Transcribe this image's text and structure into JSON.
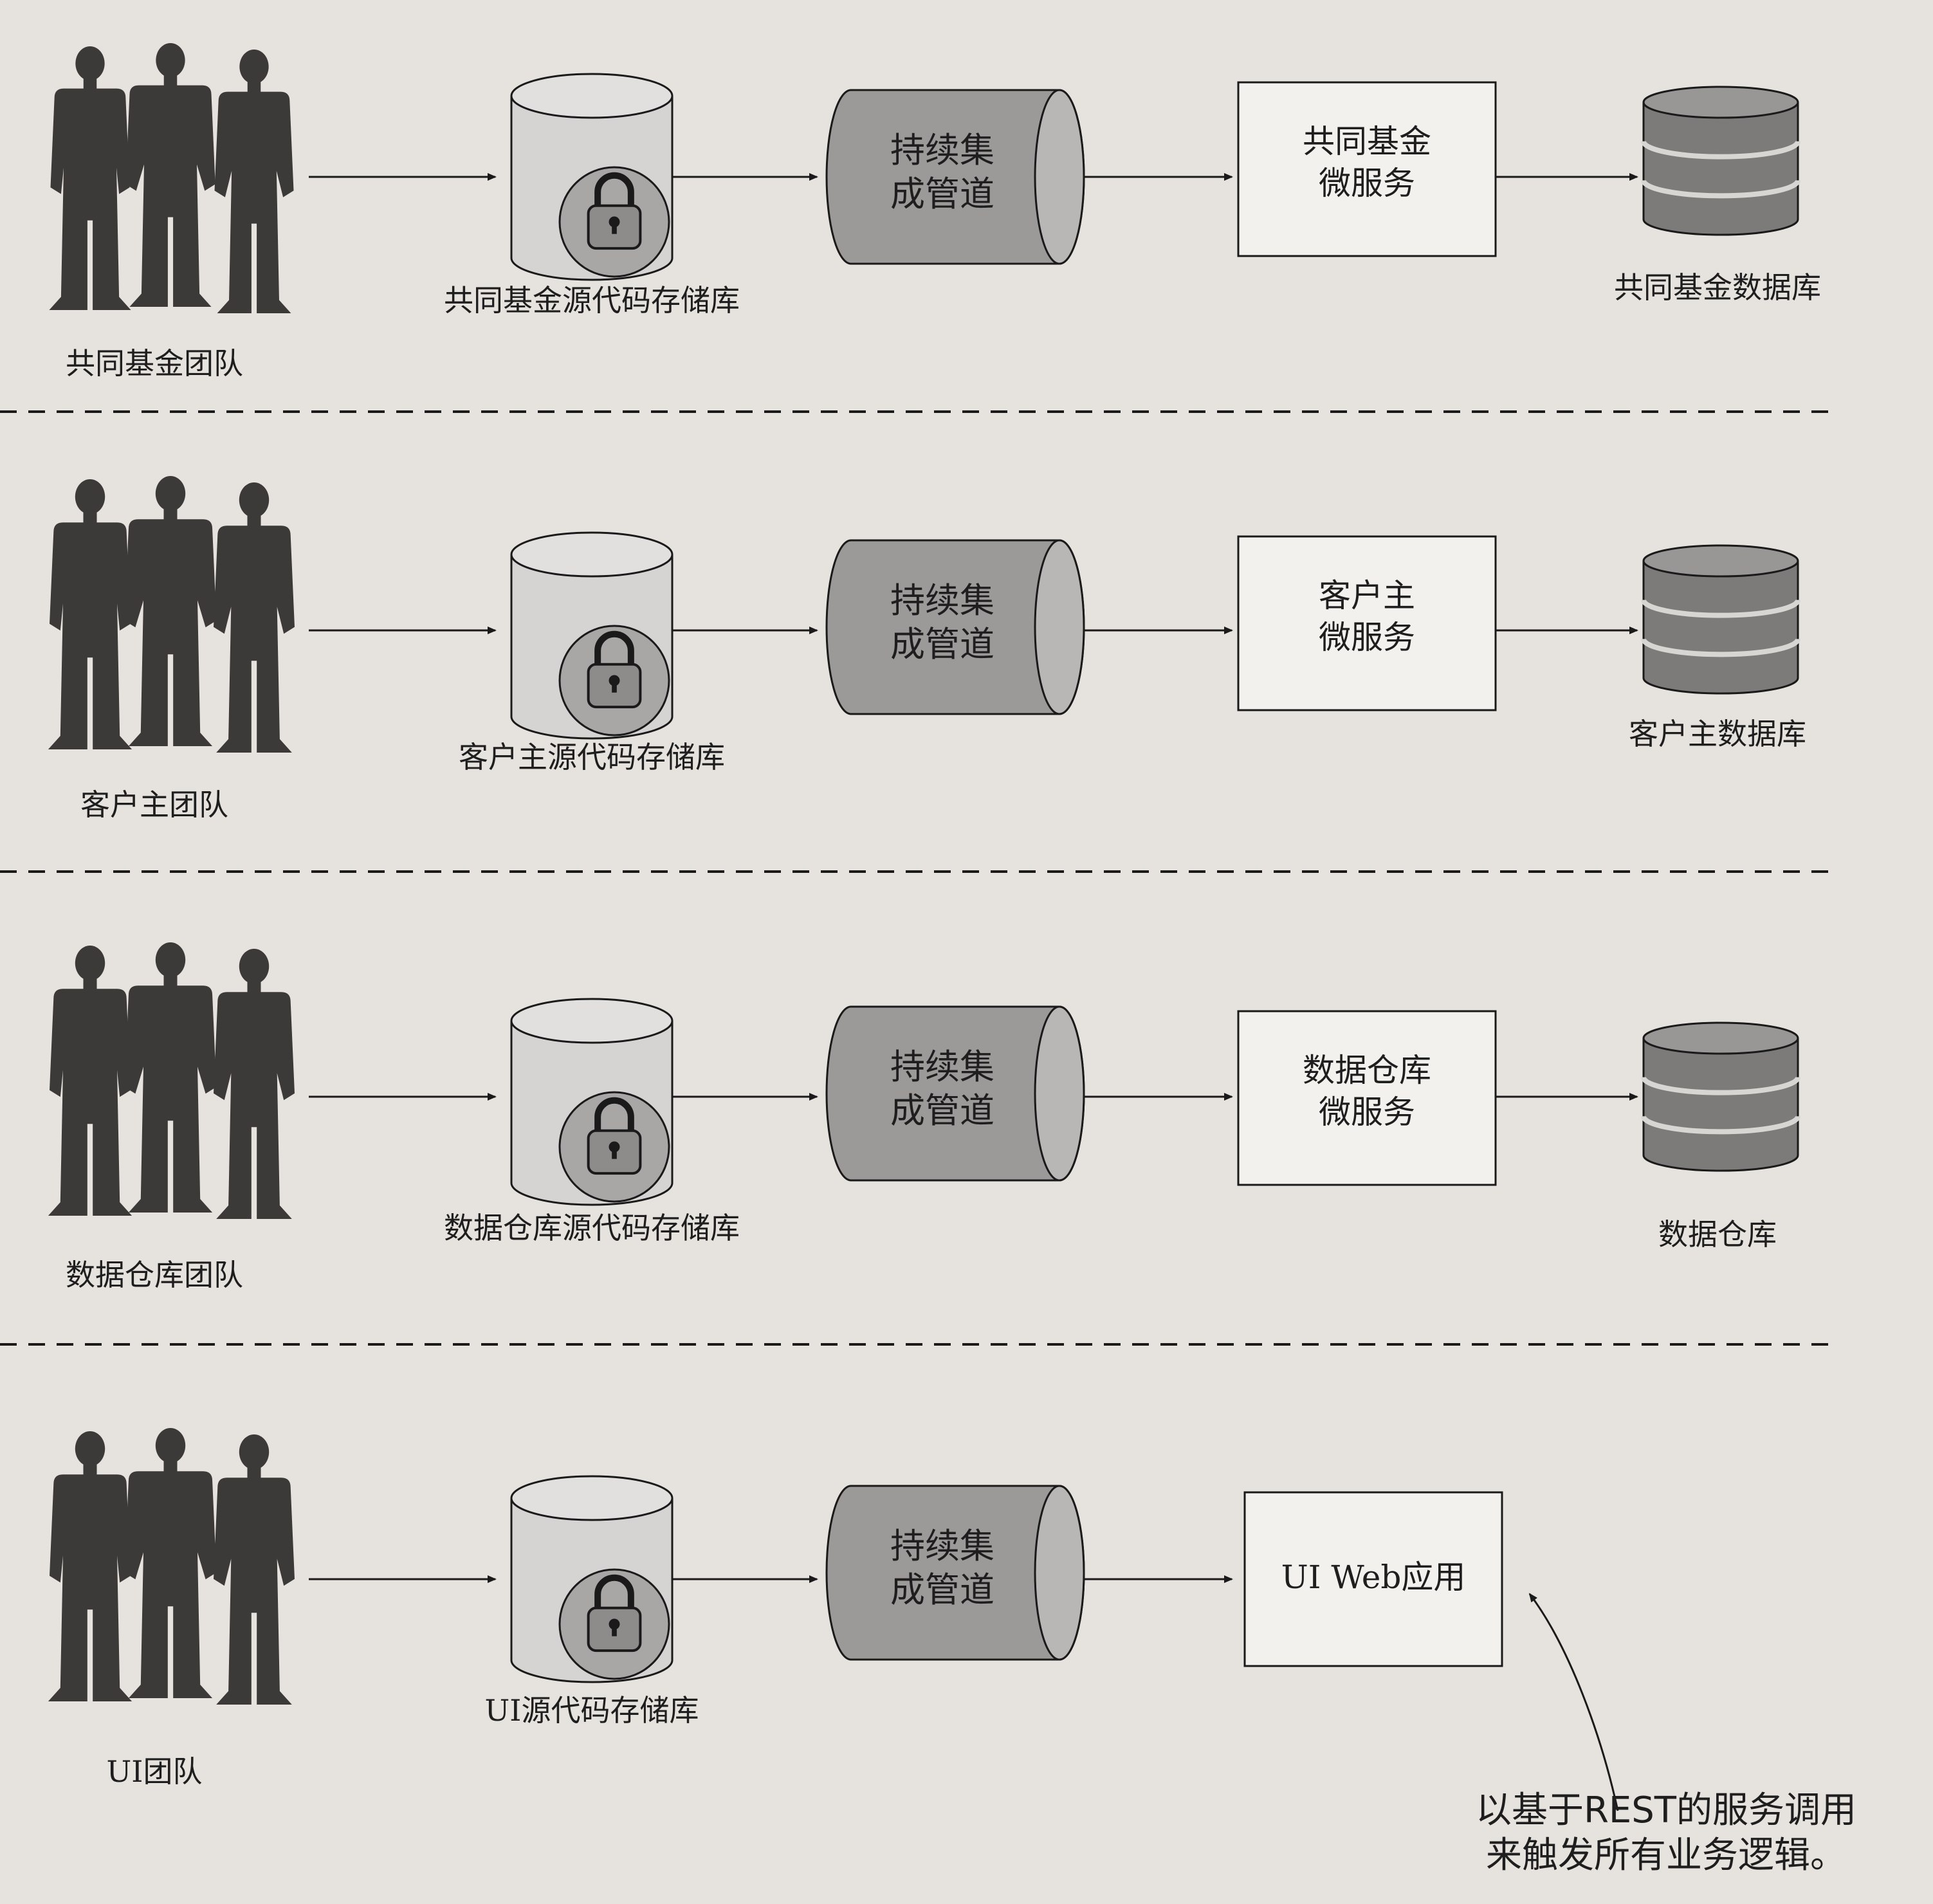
{
  "rows": [
    {
      "team_label": "共同基金团队",
      "repo_label": "共同基金源代码存储库",
      "pipeline_label": "持续集\n成管道",
      "service_label": "共同基金\n微服务",
      "target_label": "共同基金数据库"
    },
    {
      "team_label": "客户主团队",
      "repo_label": "客户主源代码存储库",
      "pipeline_label": "持续集\n成管道",
      "service_label": "客户主\n微服务",
      "target_label": "客户主数据库"
    },
    {
      "team_label": "数据仓库团队",
      "repo_label": "数据仓库源代码存储库",
      "pipeline_label": "持续集\n成管道",
      "service_label": "数据仓库\n微服务",
      "target_label": "数据仓库"
    },
    {
      "team_label": "UI团队",
      "repo_label": "UI源代码存储库",
      "pipeline_label": "持续集\n成管道",
      "service_label": "UI Web应用"
    }
  ],
  "annotation": "以基于REST的服务调用\n来触发所有业务逻辑。",
  "icons": {
    "team": "people-silhouette-icon",
    "repo": "repository-cylinder-icon",
    "lock": "padlock-icon",
    "pipeline": "pipeline-cylinder-icon",
    "database": "database-icon"
  },
  "colors": {
    "background": "#e6e3de",
    "repo_fill": "#d6d4d2",
    "pipeline_fill": "#9c9a98",
    "lock_circle": "#a9a7a5",
    "database_fill": "#7d7b7a",
    "service_box": "#f3f1ee",
    "silhouette": "#3c3a39",
    "line": "#1a1a1a"
  }
}
